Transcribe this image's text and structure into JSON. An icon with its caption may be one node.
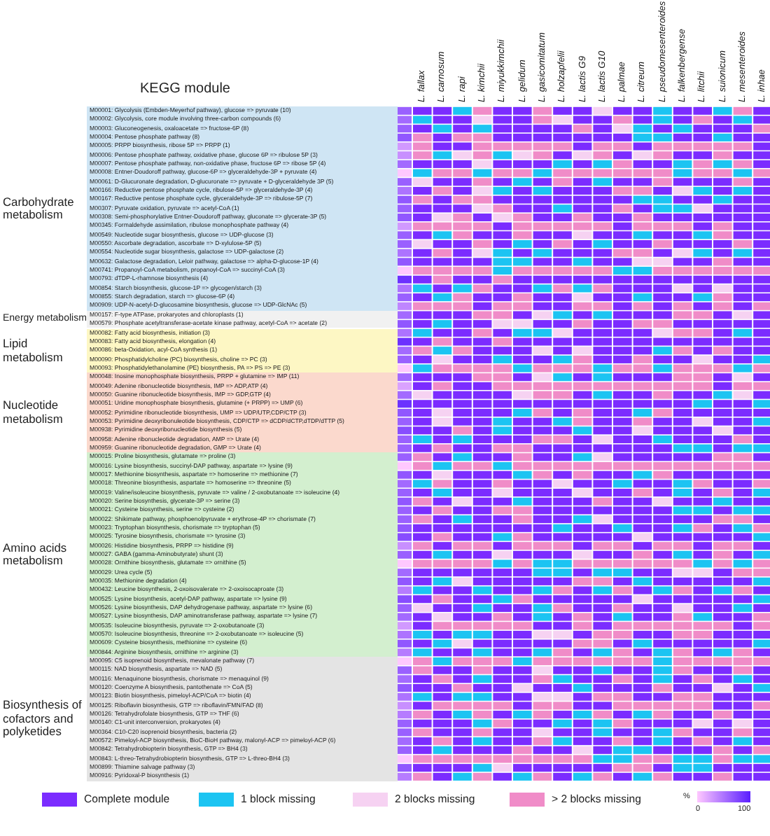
{
  "diagram": {
    "title": "KEGG module",
    "nodes": [
      {
        "text": [
          "Carbohydrate metabolism",
          "M00001: Glycolysis (Embden-Meyerhof pathway), glucose => pyruvate (10)",
          "M00002: Glycolysis, core module involving three-carbon compounds (6)",
          "M00003: Gluconeogenesis, oxaloacetate => fructose-6P (8)",
          "M00004: Pentose phosphate pathway (8)",
          "M00005: PRPP biosynthesis, ribose 5P => PRPP (1)",
          "M00006: Pentose phosphate pathway, oxidative phase, glucose 6P => ribulose 5P (3)",
          "M00007: Pentose phosphate pathway, non-oxidative phase, fructose 6P => ribose 5P (4)",
          "M00008: Entner-Doudoroff pathway, glucose-6P => glyceraldehyde-3P + pyruvate (4)",
          "M00061: D-Glucuronate degradation, D-glucuronate => pyruvate + D-glyceraldehyde 3P (5)",
          "M00166: Reductive pentose phosphate cycle, ribulose-5P => glyceraldehyde-3P (4)",
          "M00167: Reductive pentose phosphate cycle, glyceraldehyde-3P => ribulose-5P (7)",
          "M00307: Pyruvate oxidation, pyruvate => acetyl-CoA (1)",
          "M00308: Semi-phosphorylative Entner-Doudoroff pathway, gluconate => glycerate-3P (5)",
          "M00345: Formaldehyde assimilation, ribulose monophosphate pathway (4)",
          "M00549: Nucleotide sugar biosynthesis, glucose => UDP-glucose (3)",
          "M00550: Ascorbate degradation, ascorbate => D-xylulose-5P (5)",
          "M00554: Nucleotide sugar biosynthesis, galactose => UDP-galactose (2)",
          "M00632: Galactose degradation, Leloir pathway, galactose => alpha-D-glucose-1P (4)",
          "M00741: Propanoyl-CoA metabolism, propanoyl-CoA => succinyl-CoA (3)",
          "M00793: dTDP-L-rhamnose biosynthesis (4)",
          "M00854: Starch biosynthesis, glucose-1P => glycogen/starch (3)",
          "M00855: Starch degradation, starch => glucose-6P (4)",
          "M00909: UDP-N-acetyl-D-glucosamine biosynthesis, glucose => UDP-GlcNAc (5)"
        ]
      },
      {
        "text": [
          "Energy metabolism",
          "M00157: F-type ATPase, prokaryotes and chloroplasts (1)",
          "M00579: Phosphate acetyltransferase-acetate kinase pathway, acetyl-CoA => acetate (2)"
        ]
      },
      {
        "text": [
          "Lipid metabolism",
          "M00082: Fatty acid biosynthesis, initiation (3)",
          "M00083: Fatty acid biosynthesis, elongation (4)",
          "M00086: beta-Oxidation, acyl-CoA synthesis (1)",
          "M00090: Phosphatidylcholine (PC) biosynthesis, choline => PC (3)",
          "M00093: Phosphatidylethanolamine (PE) biosynthesis, PA => PS => PE (3)"
        ]
      },
      {
        "text": [
          "Nucleotide metabolism",
          "M00048: Inosine monophosphate biosynthesis, PRPP + glutamine => IMP (11)",
          "M00049: Adenine ribonucleotide biosynthesis, IMP => ADP,ATP (4)",
          "M00050: Guanine ribonucleotide biosynthesis, IMP => GDP,GTP (4)",
          "M00051: Uridine monophosphate biosynthesis, glutamine (+ PRPP) => UMP (6)",
          "M00052: Pyrimidine ribonucleotide biosynthesis, UMP => UDP/UTP,CDP/CTP (3)",
          "M00053: Pyrimidine deoxyribonuleotide biosynthesis, CDP/CTP => dCDP/dCTP,dTDP/dTTP (5)",
          "M00938: Pyrimidine deoxyribonucleotide biosynthesis (5)",
          "M00958: Adenine ribonucleotide degradation, AMP => Urate (4)",
          "M00959: Guanine ribonucleotide degradation, GMP => Urate (4)"
        ]
      },
      {
        "text": [
          "Amino acids metabolism",
          "M00015: Proline biosynthesis, glutamate => proline (3)",
          "M00016: Lysine biosynthesis, succinyl-DAP pathway, aspartate => lysine (9)",
          "M00017: Methionine biosynthesis, aspartate => homoserine => methionine (7)",
          "M00018: Threonine biosynthesis, aspartate => homoserine => threonine (5)",
          "M00019: Valine/isoleucine biosynthesis, pyruvate => valine / 2-oxobutanoate => isoleucine (4)",
          "M00020: Serine biosynthesis, glycerate-3P => serine (3)",
          "M00021: Cysteine biosynthesis, serine => cysteine (2)",
          "M00022: Shikimate pathway, phosphoenolpyruvate + erythrose-4P => chorismate (7)",
          "M00023: Tryptophan biosynthesis, chorismate => tryptophan (5)",
          "M00025: Tyrosine biosynthesis, chorismate => tyrosine (3)",
          "M00026: Histidine biosynthesis, PRPP => histidine (9)",
          "M00027: GABA (gamma-Aminobutyrate) shunt (3)",
          "M00028: Ornithine biosynthesis, glutamate => ornithine (5)",
          "M00029: Urea cycle (5)",
          "M00035: Methionine degradation (4)",
          "M00432: Leucine biosynthesis, 2-oxoisovalerate => 2-oxoisocaproate (3)",
          "M00525: Lysine biosynthesis, acetyl-DAP pathway, aspartate => lysine (9)",
          "M00526: Lysine biosynthesis, DAP dehydrogenase pathway, aspartate => lysine (6)",
          "M00527: Lysine biosynthesis, DAP aminotransferase pathway, aspartate => lysine (7)",
          "M00535: Isoleucine biosynthesis, pyruvate => 2-oxobutanoate (3)",
          "M00570: Isoleucine biosynthesis, threonine => 2-oxobutanoate => isoleucine (5)",
          "M00609: Cysteine biosynthesis, methionine => cysteine (6)",
          "M00844: Arginine biosynthesis, ornithine => arginine (3)"
        ]
      },
      {
        "text": [
          "Biosynthesis of cofactors and polyketides",
          "M00095: C5 isoprenoid biosynthesis, mevalonate pathway (7)",
          "M00115: NAD biosynthesis, aspartate => NAD (5)",
          "M00116: Menaquinone biosynthesis, chorismate => menaquinol (9)",
          "M00120: Coenzyme A biosynthesis, pantothenate => CoA (5)",
          "M00123: Biotin biosynthesis, pimeloyl-ACP/CoA => biotin (4)",
          "M00125: Riboflavin biosynthesis, GTP => riboflavin/FMN/FAD (8)",
          "M00126: Tetrahydrofolate biosynthesis, GTP => THF (6)",
          "M00140: C1-unit interconversion, prokaryotes (4)",
          "M00364: C10-C20 isoprenoid biosynthesis, bacteria (2)",
          "M00572: Pimeloyl-ACP biosynthesis, BioC-BioH pathway, malonyl-ACP => pimeloyl-ACP (6)",
          "M00842: Tetrahydrobiopterin biosynthesis, GTP => BH4 (3)",
          "M00843: L-threo-Tetrahydrobiopterin biosynthesis, GTP => L-threo-BH4 (3)",
          "M00899: Thiamine salvage pathway (3)",
          "M00916: Pyridoxal-P biosynthesis (1)"
        ]
      }
    ],
    "labels": [
      "L. fallax",
      "L. carnosum",
      "L. rapi",
      "L. kimchii",
      "L. miyukkimchii",
      "L. gelidum",
      "L. gasicomitatum",
      "L. holzapfelii",
      "L. lactis G9",
      "L. lactis G10",
      "L. palmae",
      "L. citreum",
      "L. pseudomesenteroides",
      "L. falkenbergense",
      "L. litchii",
      "L. suionicum",
      "L. mesenteroides",
      "L. inhae",
      "%",
      "0",
      "100"
    ],
    "legend": [
      {
        "text": "Complete module",
        "color": "#7b2cff"
      },
      {
        "text": "1 block missing",
        "color": "#1cc4f2"
      },
      {
        "text": "2 blocks missing",
        "color": "#f6d2f2"
      },
      {
        "text": "> 2 blocks missing",
        "color": "#f08cc8"
      }
    ]
  }
}
